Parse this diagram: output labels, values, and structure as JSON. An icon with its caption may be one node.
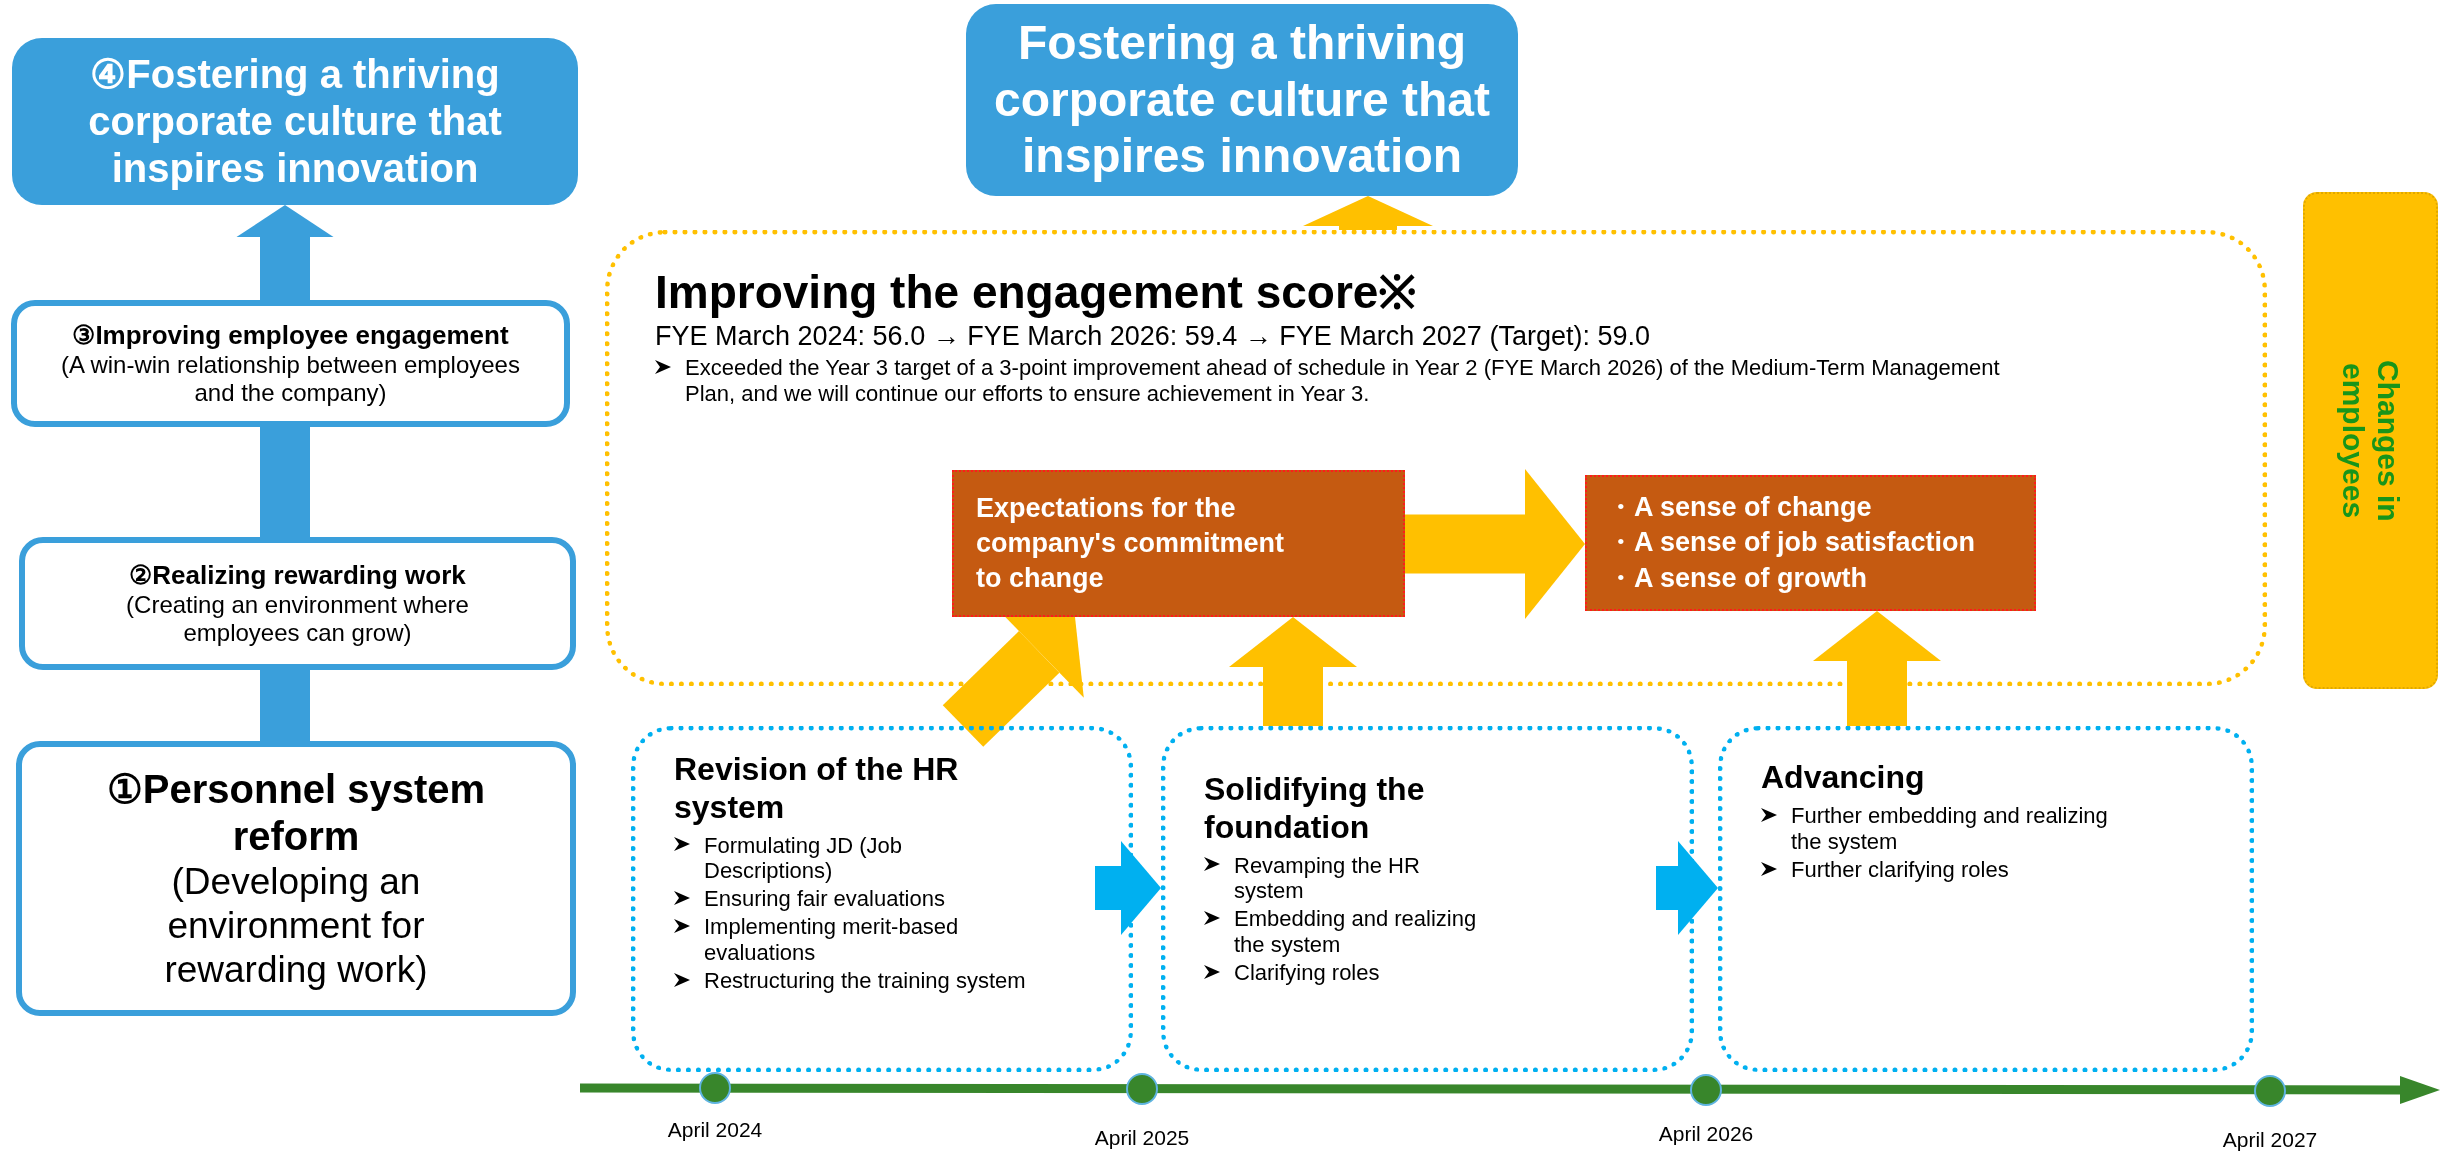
{
  "diagram": {
    "nodes": [
      {
        "text": [
          "④Fostering a thriving corporate culture that inspires innovation"
        ]
      },
      {
        "text": [
          "③Improving employee engagement",
          "(A win-win relationship between employees and the company)"
        ]
      },
      {
        "text": [
          "②Realizing rewarding work",
          "(Creating an environment where employees can grow)"
        ]
      },
      {
        "text": [
          "①Personnel system reform",
          "(Developing an environment for rewarding work)"
        ]
      },
      {
        "text": [
          "Fostering a thriving corporate culture that inspires innovation"
        ]
      },
      {
        "text": [
          "Improving the engagement score※",
          "FYE March 2024: 56.0 → FYE March 2026: 59.4 → FYE March 2027 (Target): 59.0",
          "Exceeded the Year 3 target of a 3-point improvement ahead of schedule in Year 2 (FYE March 2026) of the Medium-Term Management Plan, and we will continue our efforts to ensure achievement in Year 3."
        ]
      },
      {
        "text": [
          "Expectations for the company's commitment to change"
        ],
        "in": 5
      },
      {
        "text": [
          "・A sense of change",
          "・A sense of job satisfaction",
          "・A sense of growth"
        ],
        "in": 5
      },
      {
        "text": [
          "Changes in employees"
        ]
      },
      {
        "text": [
          "Revision of the HR system",
          "Formulating JD (Job Descriptions)",
          "Ensuring fair evaluations",
          "Implementing merit-based evaluations",
          "Restructuring the training system"
        ]
      },
      {
        "text": [
          "Solidifying the foundation",
          "Revamping the HR system",
          "Embedding and realizing the system",
          "Clarifying roles"
        ]
      },
      {
        "text": [
          "Advancing",
          "Further embedding and realizing the system",
          "Further clarifying roles"
        ]
      }
    ],
    "edges": [
      {
        "from": 3,
        "to": 2,
        "arrow": "none",
        "color": "#3a9fdb"
      },
      {
        "from": 2,
        "to": 1,
        "arrow": "none",
        "color": "#3a9fdb"
      },
      {
        "from": 1,
        "to": 0,
        "arrow": "to",
        "color": "#3a9fdb"
      },
      {
        "from": 5,
        "to": 4,
        "arrow": "to",
        "color": "#ffc000"
      },
      {
        "from": 6,
        "to": 7,
        "arrow": "to",
        "color": "#ffc000"
      },
      {
        "from": 9,
        "to": 6,
        "arrow": "to",
        "color": "#ffc000"
      },
      {
        "from": 10,
        "to": 6,
        "arrow": "to",
        "color": "#ffc000"
      },
      {
        "from": 11,
        "to": 7,
        "arrow": "to",
        "color": "#ffc000"
      },
      {
        "from": 9,
        "to": 10,
        "arrow": "to",
        "color": "#00b0f0"
      },
      {
        "from": 10,
        "to": 11,
        "arrow": "to",
        "color": "#00b0f0"
      }
    ],
    "labels": [
      "April 2024",
      "April 2025",
      "April 2026",
      "April 2027"
    ]
  }
}
